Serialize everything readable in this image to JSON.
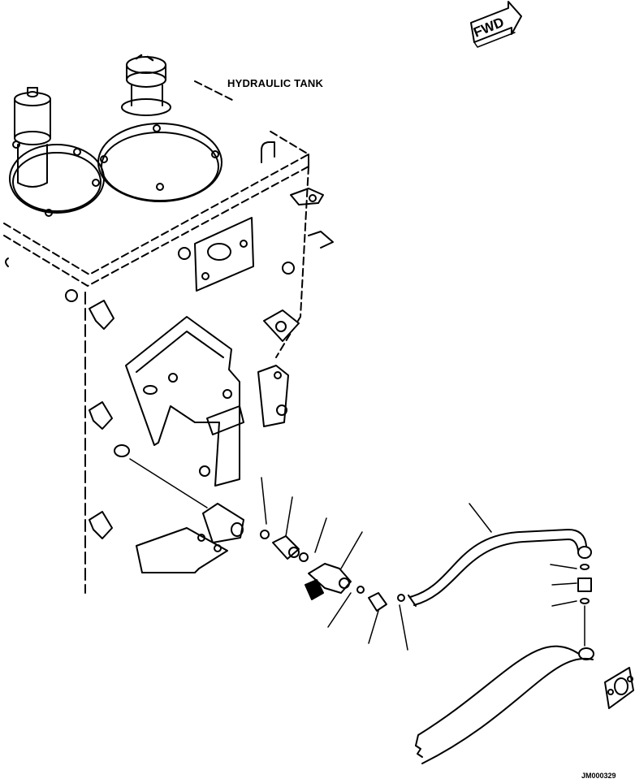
{
  "diagram": {
    "title": "HYDRAULIC TANK",
    "direction_marker": "FWD",
    "figure_code": "JM000329"
  }
}
